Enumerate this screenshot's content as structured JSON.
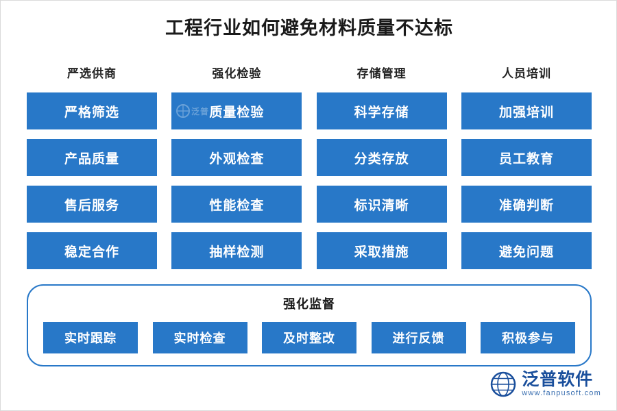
{
  "title": "工程行业如何避免材料质量不达标",
  "colors": {
    "cell_bg": "#2878c8",
    "cell_text": "#ffffff",
    "border": "#2878c8",
    "title_text": "#1a1a1a",
    "logo_blue": "#1a4f9c"
  },
  "columns": [
    {
      "heading": "严选供商",
      "items": [
        "严格筛选",
        "产品质量",
        "售后服务",
        "稳定合作"
      ]
    },
    {
      "heading": "强化检验",
      "items": [
        "质量检验",
        "外观检查",
        "性能检查",
        "抽样检测"
      ]
    },
    {
      "heading": "存储管理",
      "items": [
        "科学存储",
        "分类存放",
        "标识清晰",
        "采取措施"
      ]
    },
    {
      "heading": "人员培训",
      "items": [
        "加强培训",
        "员工教育",
        "准确判断",
        "避免问题"
      ]
    }
  ],
  "bottom": {
    "heading": "强化监督",
    "items": [
      "实时跟踪",
      "实时检查",
      "及时整改",
      "进行反馈",
      "积极参与"
    ]
  },
  "logo": {
    "name": "泛普软件",
    "url": "www.fanpusoft.com"
  }
}
